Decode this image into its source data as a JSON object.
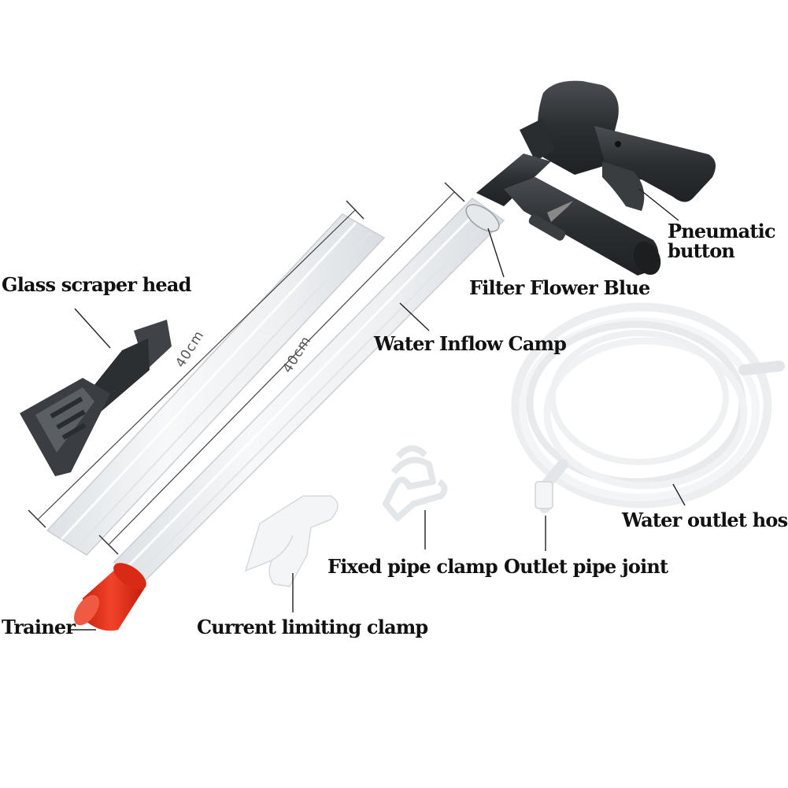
{
  "colors": {
    "background": "#ffffff",
    "label_text": "#111111",
    "gun_body": "#2e3133",
    "tube_edge": "#d4d8dc",
    "tube_fill": "#f1f3f5",
    "trainer_red": "#e8301c"
  },
  "dimensions": {
    "tube_1": "40cm",
    "tube_2": "40cm"
  },
  "labels": {
    "pneumatic_button": "Pneumatic button",
    "filter_flower_blue": "Filter Flower Blue",
    "glass_scraper_head": "Glass scraper head",
    "water_inflow_camp": "Water Inflow Camp",
    "water_outlet_hose": "Water outlet hose",
    "fixed_pipe_clamp": "Fixed pipe clamp",
    "outlet_pipe_joint": "Outlet pipe joint",
    "trainer": "Trainer",
    "current_limiting_clamp": "Current limiting clamp"
  },
  "icons": {
    "siphon_gun": "pump-gun-icon",
    "scraper": "scraper-head-icon",
    "trainer_cap": "red-cap-icon"
  }
}
